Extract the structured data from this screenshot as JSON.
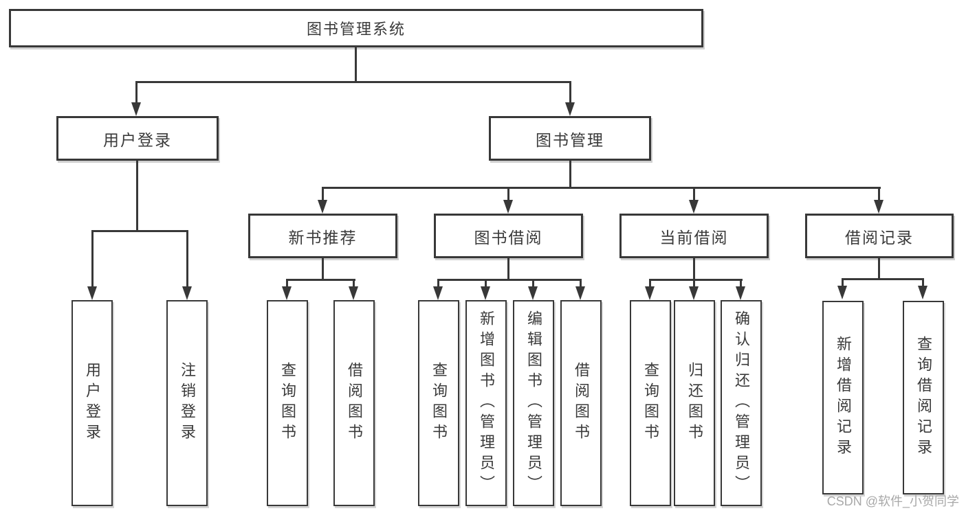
{
  "diagram": {
    "root": {
      "label": "图书管理系统"
    },
    "level2": {
      "user_login": {
        "label": "用户登录"
      },
      "book_mgmt": {
        "label": "图书管理"
      }
    },
    "level3": {
      "new_book": {
        "label": "新书推荐"
      },
      "book_borrow": {
        "label": "图书借阅"
      },
      "current_borrow": {
        "label": "当前借阅"
      },
      "borrow_record": {
        "label": "借阅记录"
      }
    },
    "leaves": {
      "user_login": [
        "用户登录",
        "注销登录"
      ],
      "new_book": [
        "查询图书",
        "借阅图书"
      ],
      "book_borrow": [
        "查询图书",
        "新增图书（管理员）",
        "编辑图书（管理员）",
        "借阅图书"
      ],
      "current_borrow": [
        "查询图书",
        "归还图书",
        "确认归还（管理员）"
      ],
      "borrow_record": [
        "新增借阅记录",
        "查询借阅记录"
      ]
    }
  },
  "watermark": {
    "text": "CSDN @软件_小贺同学"
  },
  "colors": {
    "line": "#383838",
    "text": "#3a3a3a",
    "watermark": "#a8a8a8"
  }
}
